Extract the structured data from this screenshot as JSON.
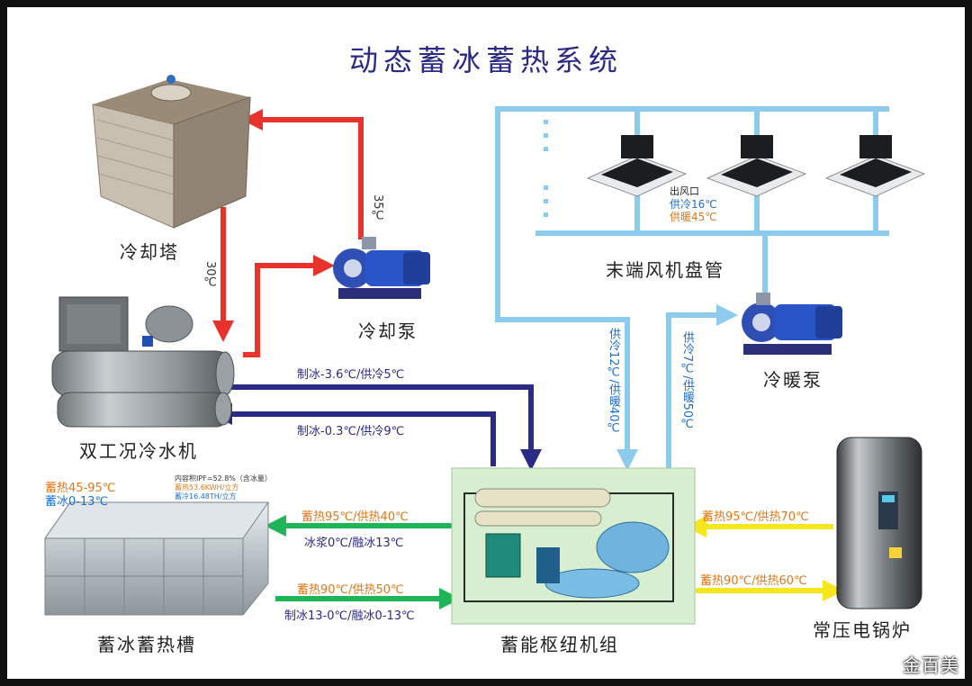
{
  "title": "动态蓄冰蓄热系统",
  "equipment": {
    "cooling_tower": "冷却塔",
    "cooling_pump": "冷却泵",
    "chiller": "双工况冷水机",
    "fan_coil": "末端风机盘管",
    "heat_cool_pump": "冷暖泵",
    "tank": "蓄冰蓄热槽",
    "energy_unit": "蓄能枢纽机组",
    "boiler": "常压电锅炉"
  },
  "temps": {
    "t35": "35℃",
    "t30": "30℃",
    "ice_supply_1": "制冰-3.6℃/供冷5℃",
    "ice_supply_2": "制冰-0.3℃/供冷9℃",
    "riser_left": "供冷12℃/供暖40℃",
    "riser_right": "供冷7℃/供暖50℃",
    "outlet_label": "出风口",
    "outlet_cool": "供冷16℃",
    "outlet_heat": "供暖45℃",
    "tank_heat_range": "蓄热45-95℃",
    "tank_ice_range": "蓄冰0-13℃",
    "tank_note_1": "内容积IPF=52.8%（含冰量）",
    "tank_note_2": "蓄热53.6KWH/立方",
    "tank_note_3": "蓄冷16.48TH/立方",
    "to_tank_top": "蓄热95℃/供热40℃",
    "to_tank_bottom": "冰浆0℃/融冰13℃",
    "from_tank_top": "蓄热90℃/供热50℃",
    "from_tank_bottom": "制冰13-0℃/融冰0-13℃",
    "boiler_in": "蓄热95℃/供热70℃",
    "boiler_out": "蓄热90℃/供热60℃"
  },
  "watermark": "金百美",
  "colors": {
    "title": "#2b2a86",
    "hot_pipe": "#e8322c",
    "ice_pipe": "#2b2a86",
    "chilled_pipe": "#8ccbee",
    "tank_pipe": "#1fb457",
    "boiler_pipe": "#f5e61e",
    "unit_bg": "#d7eed0"
  }
}
